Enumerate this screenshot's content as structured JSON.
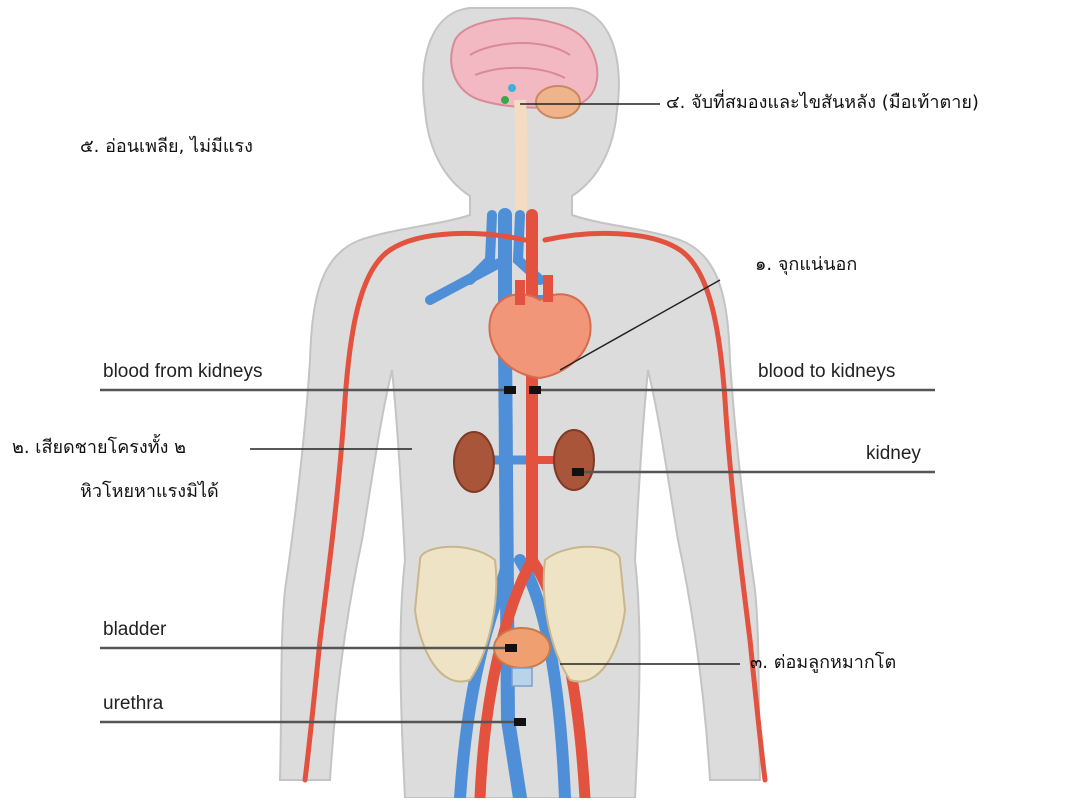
{
  "labels": {
    "blood_from_kidneys": "blood from kidneys",
    "blood_to_kidneys": "blood to kidneys",
    "kidney": "kidney",
    "bladder": "bladder",
    "urethra": "urethra"
  },
  "symptoms": {
    "chest_tightness": "๑. จุกแน่นอก",
    "flank_pain_line1": "๒. เสียดชายโครงทั้ง ๒",
    "flank_pain_line2": "หิวโหยหาแรงมิได้",
    "prostate": "๓. ต่อมลูกหมากโต",
    "brain_spinal": "๔. จับที่สมองและไขสันหลัง  (มือเท้าตาย)",
    "weakness": "๕. อ่อนเพลีย, ไม่มีแรง"
  },
  "colors": {
    "body": "#dcdcdc",
    "body_edge": "#c4c4c4",
    "artery": "#e2523e",
    "vein": "#4f8fd8",
    "kidney": "#a8553a",
    "heart": "#f2967a",
    "brain": "#f2b9c3",
    "bone": "#efe3c5",
    "leader": "#555555"
  }
}
